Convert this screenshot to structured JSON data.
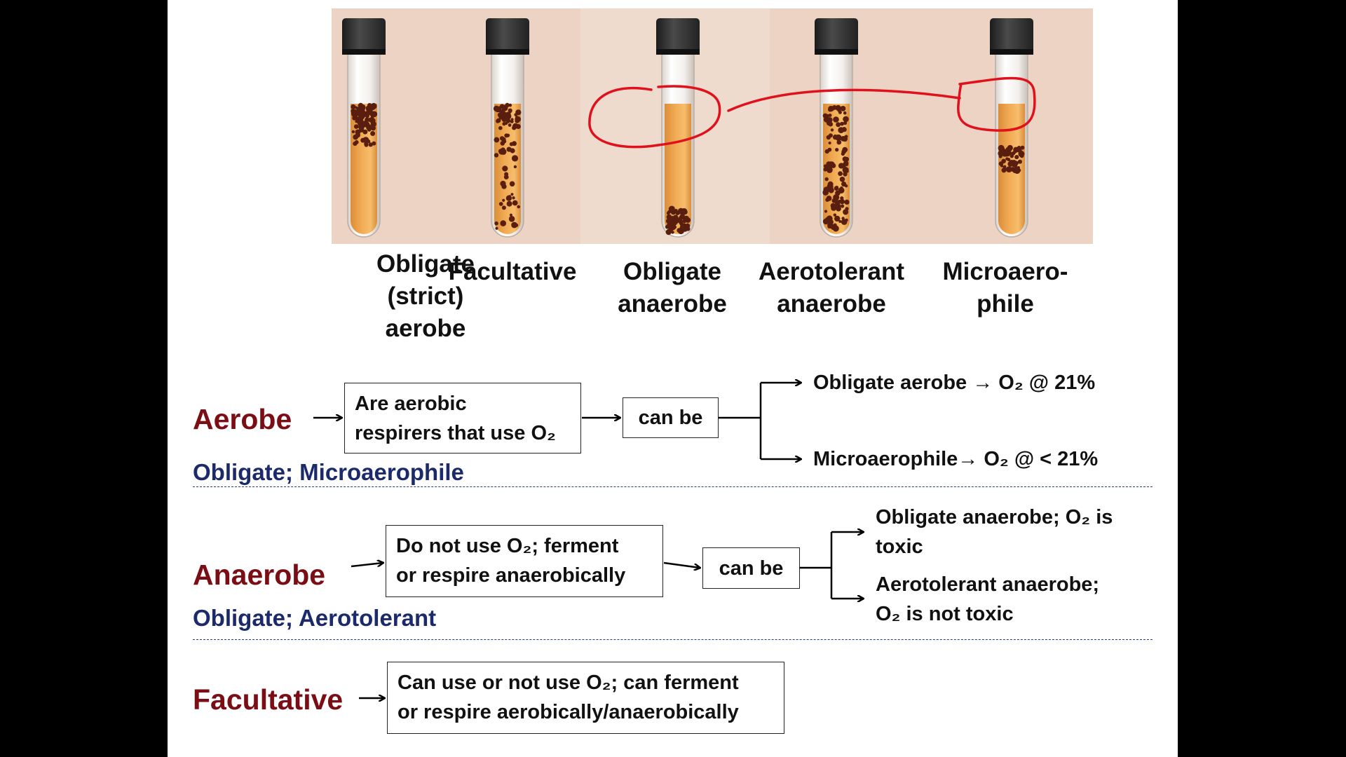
{
  "tubes": [
    {
      "label_lines": [
        "Obligate",
        "(strict)",
        "aerobe"
      ],
      "growth": "top"
    },
    {
      "label_lines": [
        "Facultative"
      ],
      "growth": "throughout-denser-top"
    },
    {
      "label_lines": [
        "Obligate",
        "anaerobe"
      ],
      "growth": "bottom"
    },
    {
      "label_lines": [
        "Aerotolerant",
        "anaerobe"
      ],
      "growth": "evenly-throughout"
    },
    {
      "label_lines": [
        "Microaero-",
        "phile"
      ],
      "growth": "narrow-band-below-top"
    }
  ],
  "rows": {
    "aerobe": {
      "term": "Aerobe",
      "subtypes": "Obligate;  Microaerophile",
      "box_lines": [
        "Are aerobic",
        "respirers that use O₂"
      ],
      "can_be": "can be",
      "outcomes": [
        "Obligate aerobe → O₂ @ 21%",
        "Microaerophile→ O₂ @ < 21%"
      ]
    },
    "anaerobe": {
      "term": "Anaerobe",
      "subtypes": "Obligate;  Aerotolerant",
      "box_lines": [
        "Do not use O₂; ferment",
        "or respire anaerobically"
      ],
      "can_be": "can be",
      "outcomes": [
        [
          "Obligate anaerobe; O₂ is",
          "toxic"
        ],
        [
          "Aerotolerant anaerobe;",
          "O₂ is not toxic"
        ]
      ]
    },
    "facultative": {
      "term": "Facultative",
      "box_lines": [
        "Can use or not use O₂; can ferment",
        "or respire aerobically/anaerobically"
      ]
    }
  },
  "colors": {
    "term": "#7a0e14",
    "subtype": "#1b2a6b",
    "annotation": "#e0101c",
    "medium": "#f0a850",
    "colony": "#5a1e0e",
    "panel": "#ecd3c3"
  }
}
